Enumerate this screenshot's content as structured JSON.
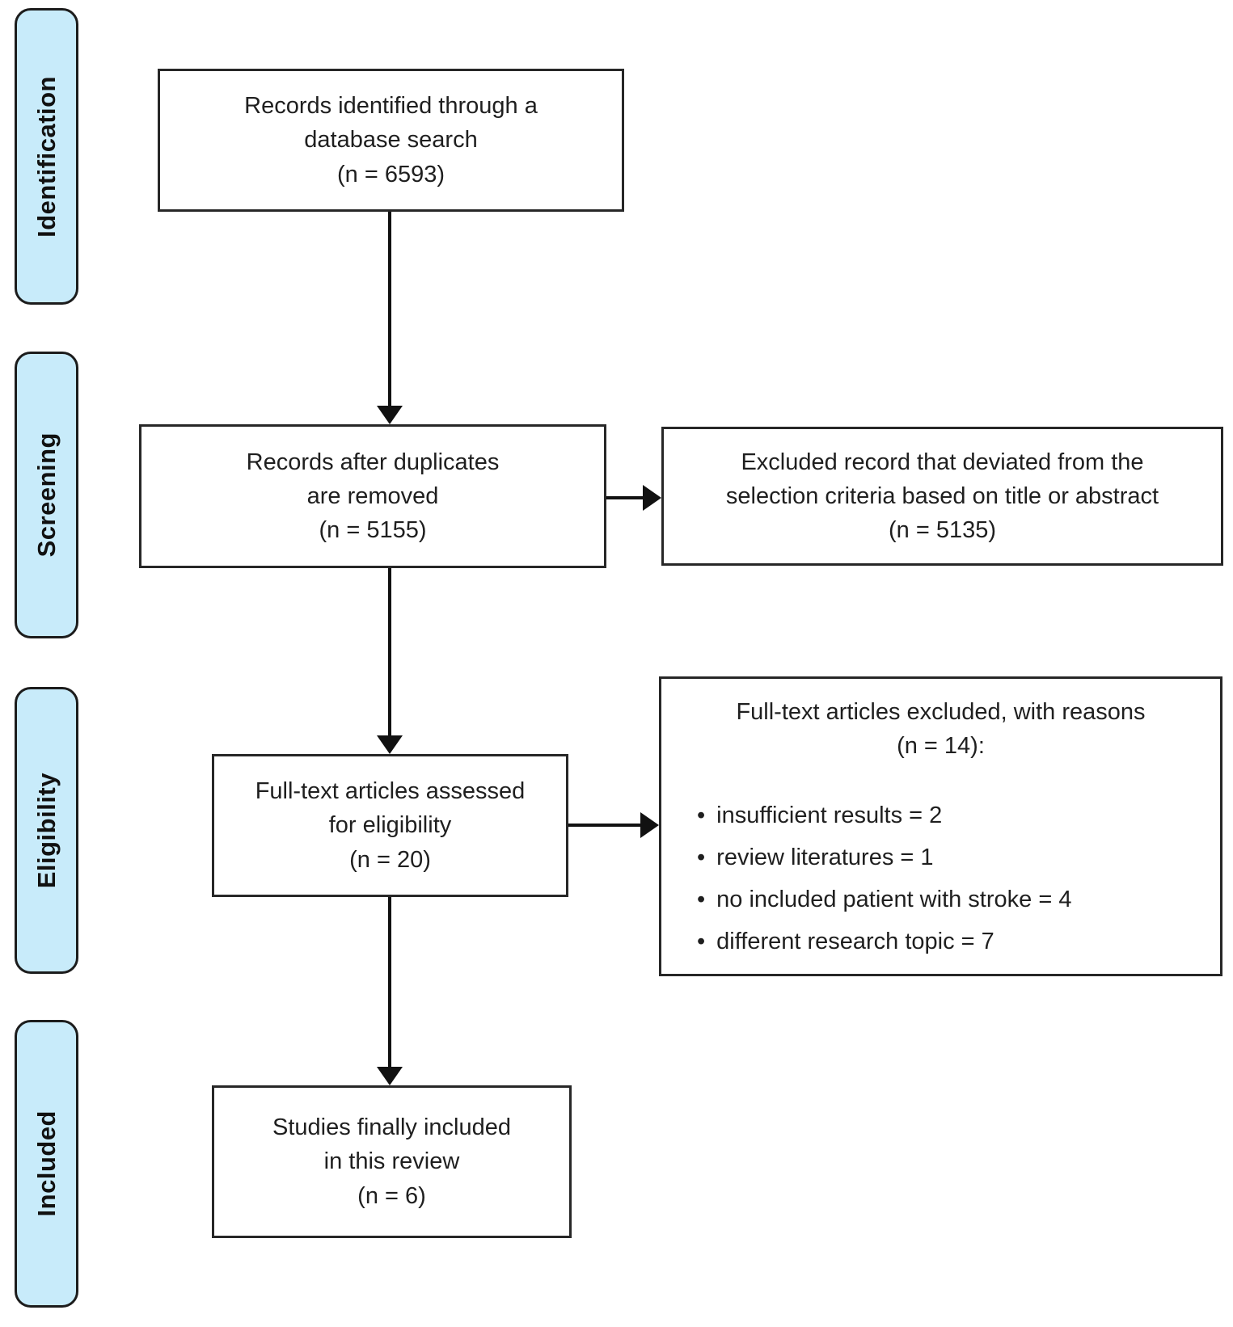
{
  "palette": {
    "stage_fill": "#c8ebfa",
    "stage_border": "#1c1c1c",
    "box_border": "#272727",
    "box_fill": "#ffffff",
    "arrow": "#111111",
    "text": "#1f1f1f",
    "background": "#ffffff"
  },
  "stages": [
    {
      "id": "identification",
      "label": "Identification"
    },
    {
      "id": "screening",
      "label": "Screening"
    },
    {
      "id": "eligibility",
      "label": "Eligibility"
    },
    {
      "id": "included",
      "label": "Included"
    }
  ],
  "boxes": {
    "identified": {
      "text": "Records identified through a\ndatabase search\n(n = 6593)"
    },
    "deduplicated": {
      "text": "Records after duplicates\nare removed\n(n = 5155)"
    },
    "excluded_screening": {
      "text": "Excluded record that deviated from the\nselection criteria based on title or abstract\n(n = 5135)"
    },
    "assessed": {
      "text": "Full-text articles assessed\nfor eligibility\n(n = 20)"
    },
    "excluded_fulltext": {
      "title": "Full-text articles excluded, with reasons\n(n = 14):",
      "reasons": [
        "insufficient results = 2",
        "review literatures = 1",
        "no included patient with stroke = 4",
        "different research topic = 7"
      ]
    },
    "included_final": {
      "text": "Studies finally included\nin this review\n(n = 6)"
    }
  }
}
